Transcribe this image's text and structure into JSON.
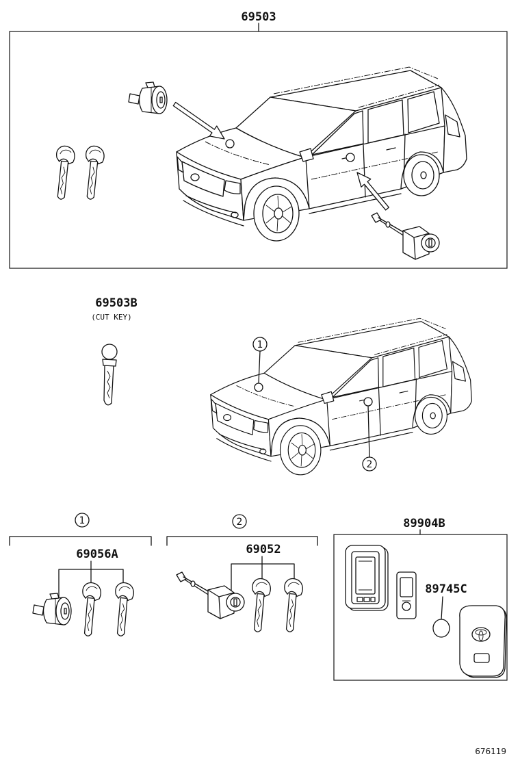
{
  "labels": {
    "lock_set": "69503",
    "cut_key": "69503B",
    "cut_key_note": "(CUT KEY)",
    "cylinder_key_set_1": "69056A",
    "cylinder_key_set_2": "69052",
    "smart_key_set": "89904B",
    "battery": "89745C",
    "illustration_number": "676119"
  },
  "callouts": {
    "one": "1",
    "two": "2"
  },
  "colors": {
    "line": "#111111",
    "background": "#ffffff"
  }
}
